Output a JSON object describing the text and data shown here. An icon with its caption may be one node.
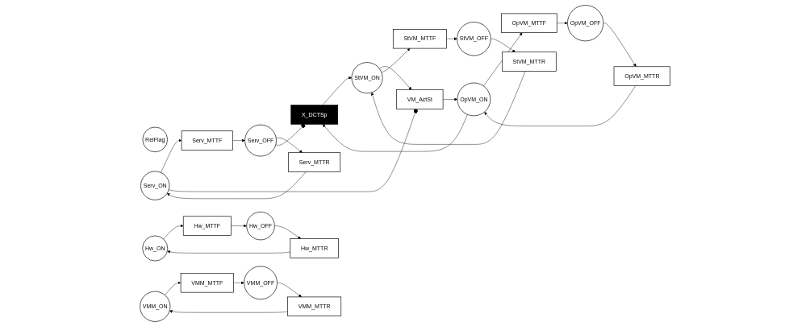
{
  "diagram": {
    "nodes": [
      {
        "text": [
          "RelFlag"
        ]
      },
      {
        "text": [
          "Serv_ON"
        ]
      },
      {
        "text": [
          "Serv_MTTF"
        ]
      },
      {
        "text": [
          "Serv_OFF"
        ]
      },
      {
        "text": [
          "Serv_MTTR"
        ]
      },
      {
        "text": [
          "VM_ActSt"
        ]
      },
      {
        "text": [
          "OpVM_ON"
        ]
      },
      {
        "text": [
          "OpVM_MTTF"
        ]
      },
      {
        "text": [
          "OpVM_OFF"
        ]
      },
      {
        "text": [
          "OpVM_MTTR"
        ]
      },
      {
        "text": [
          "X_DCTSp"
        ]
      },
      {
        "text": [
          "Hw_ON"
        ]
      },
      {
        "text": [
          "Hw_MTTF"
        ]
      },
      {
        "text": [
          "Hw_OFF"
        ]
      },
      {
        "text": [
          "Hw_MTTR"
        ]
      },
      {
        "text": [
          "VMM_ON"
        ]
      },
      {
        "text": [
          "VMM_MTTF"
        ]
      },
      {
        "text": [
          "VMM_OFF"
        ]
      },
      {
        "text": [
          "VMM_MTTR"
        ]
      },
      {
        "text": [
          "StVM_ON"
        ]
      },
      {
        "text": [
          "StVM_MTTF"
        ]
      },
      {
        "text": [
          "StVM_OFF"
        ]
      },
      {
        "text": [
          "StVM_MTTR"
        ]
      }
    ],
    "edges": [
      {
        "from": 1,
        "to": 2,
        "arrow": "to"
      },
      {
        "from": 2,
        "to": 3,
        "arrow": "to"
      },
      {
        "from": 3,
        "to": 4,
        "arrow": "to"
      },
      {
        "from": 4,
        "to": 1,
        "arrow": "to"
      },
      {
        "from": 1,
        "to": 5,
        "arrow": "other"
      },
      {
        "from": 5,
        "to": 6,
        "arrow": "to"
      },
      {
        "from": 3,
        "to": 10,
        "arrow": "other"
      },
      {
        "from": 6,
        "to": 7,
        "arrow": "to"
      },
      {
        "from": 7,
        "to": 8,
        "arrow": "to"
      },
      {
        "from": 8,
        "to": 9,
        "arrow": "to"
      },
      {
        "from": 9,
        "to": 6,
        "arrow": "to"
      },
      {
        "from": 6,
        "to": 10,
        "arrow": "to"
      },
      {
        "from": 10,
        "to": 19,
        "arrow": "to"
      },
      {
        "from": 19,
        "to": 5,
        "arrow": "to"
      },
      {
        "from": 11,
        "to": 12,
        "arrow": "to"
      },
      {
        "from": 12,
        "to": 13,
        "arrow": "to"
      },
      {
        "from": 13,
        "to": 14,
        "arrow": "to"
      },
      {
        "from": 14,
        "to": 11,
        "arrow": "to"
      },
      {
        "from": 15,
        "to": 16,
        "arrow": "to"
      },
      {
        "from": 16,
        "to": 17,
        "arrow": "to"
      },
      {
        "from": 17,
        "to": 18,
        "arrow": "to"
      },
      {
        "from": 18,
        "to": 15,
        "arrow": "to"
      },
      {
        "from": 19,
        "to": 20,
        "arrow": "to"
      },
      {
        "from": 20,
        "to": 21,
        "arrow": "to"
      },
      {
        "from": 21,
        "to": 22,
        "arrow": "to"
      },
      {
        "from": 22,
        "to": 19,
        "arrow": "to"
      }
    ]
  }
}
